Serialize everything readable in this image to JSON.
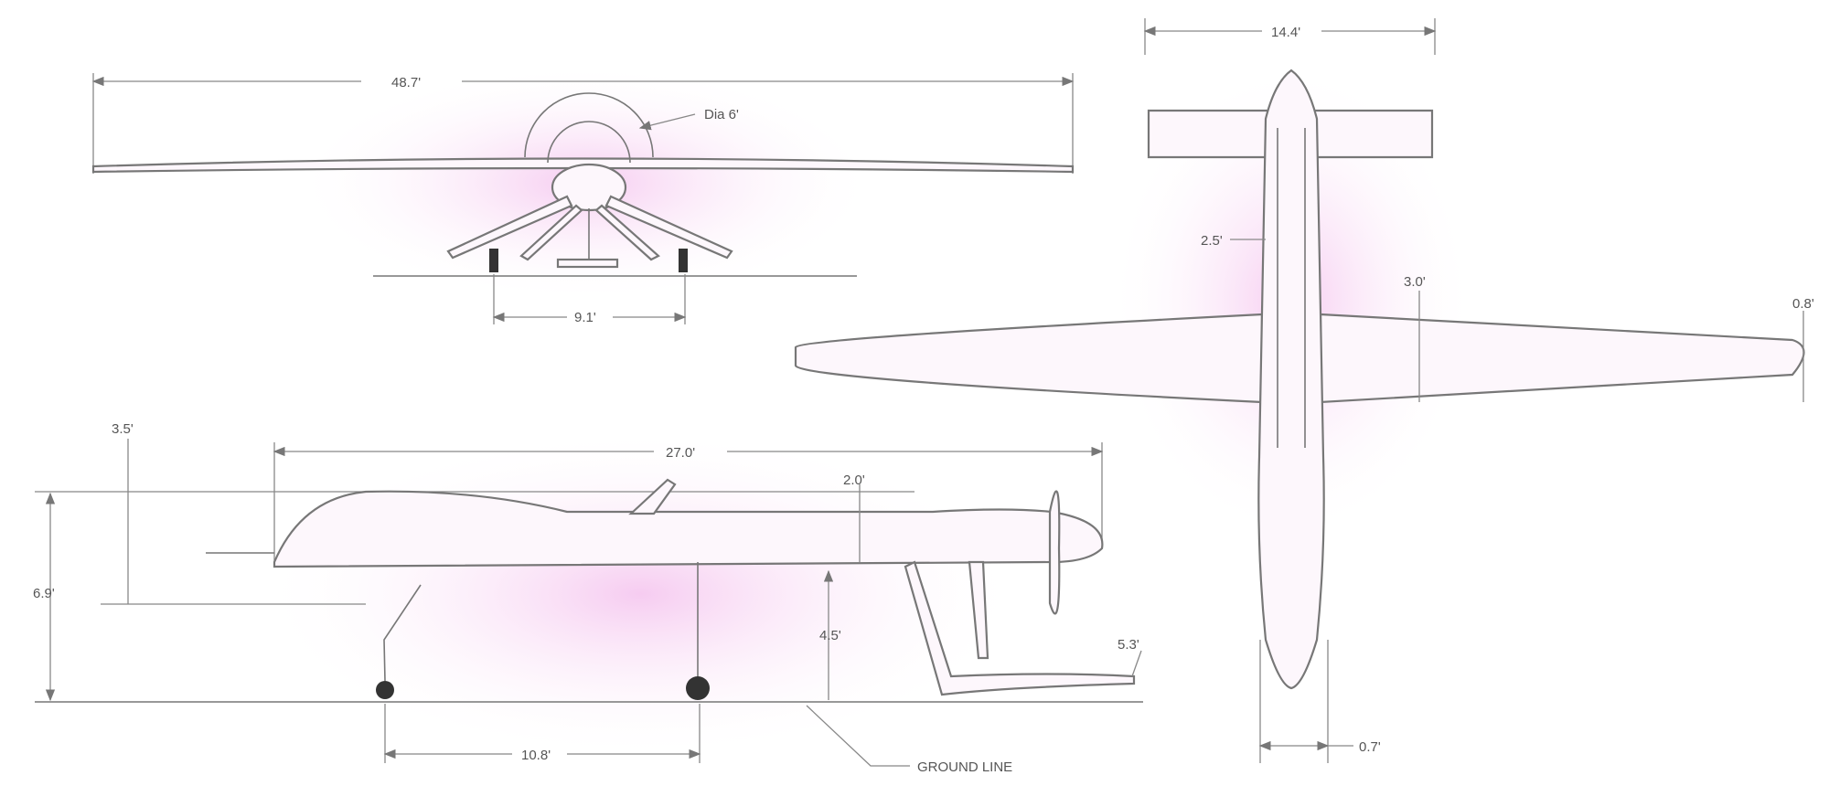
{
  "front_view": {
    "span": "48.7'",
    "prop_diameter": "Dia 6'",
    "gear_track": "9.1'"
  },
  "top_view": {
    "tail_span": "14.4'",
    "fuselage_width": "2.5'",
    "wing_chord_root": "3.0'",
    "wing_chord_tip": "0.8'",
    "tail_boom_width": "0.7'"
  },
  "side_view": {
    "length": "27.0'",
    "fuselage_depth": "3.5'",
    "tail_height": "2.0'",
    "overall_height": "6.9'",
    "belly_clearance": "4.5'",
    "ventral_fin": "5.3'",
    "wheelbase": "10.8'",
    "ground_line": "GROUND LINE"
  },
  "colors": {
    "glow": "#f6c8f0",
    "line": "#777777"
  }
}
